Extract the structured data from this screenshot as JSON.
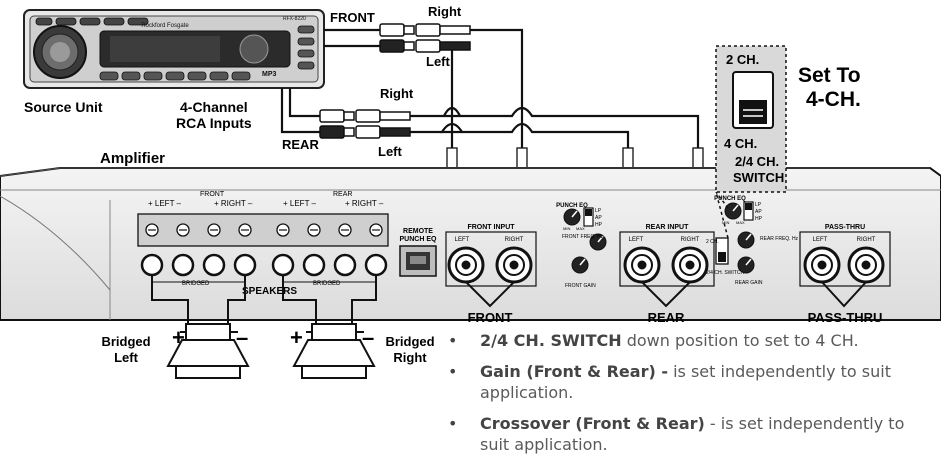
{
  "source_unit": {
    "label": "Source Unit",
    "brand": "Rockford Fosgate",
    "model": "RFX-8220",
    "badge": "MP3"
  },
  "rca": {
    "label_line1": "4-Channel",
    "label_line2": "RCA Inputs",
    "front_label": "FRONT",
    "rear_label": "REAR",
    "right_label": "Right",
    "left_label": "Left"
  },
  "switch_callout": {
    "top": "2 CH.",
    "bottom": "4 CH.",
    "name_line1": "2/4 CH.",
    "name_line2": "SWITCH",
    "set_line1": "Set To",
    "set_line2": "4-CH."
  },
  "amplifier": {
    "label": "Amplifier",
    "terminals": {
      "front": "FRONT",
      "rear": "REAR",
      "plus_left": "+ LEFT –",
      "plus_right": "+ RIGHT –",
      "bridged": "BRIDGED",
      "speakers": "SPEAKERS"
    },
    "remote_line1": "REMOTE",
    "remote_line2": "PUNCH EQ",
    "front_input": "FRONT INPUT",
    "rear_input": "REAR INPUT",
    "pass_thru": "PASS-THRU",
    "left": "LEFT",
    "right": "RIGHT",
    "punch_eq": "PUNCH EQ",
    "min": "MIN",
    "max": "MAX",
    "lp": "LP",
    "ap": "AP",
    "hp": "HP",
    "front_freq": "FRONT FREQ. Hz",
    "rear_freq": "REAR FREQ. Hz",
    "front_gain": "FRONT GAIN",
    "rear_gain": "REAR GAIN",
    "sw_2ch": "2 CH.",
    "sw_name": "2/4 CH. SWITCH"
  },
  "bottom_labels": {
    "front": "FRONT",
    "rear": "REAR",
    "pass_thru": "PASS-THRU",
    "bridged_left_1": "Bridged",
    "bridged_left_2": "Left",
    "bridged_right_1": "Bridged",
    "bridged_right_2": "Right"
  },
  "bullets": [
    {
      "bold": "2/4 CH. SWITCH",
      "text": " down position to set to 4 CH."
    },
    {
      "bold": "Gain (Front & Rear) -",
      "text": " is set independently to suit application."
    },
    {
      "bold": "Crossover (Front & Rear)",
      "text": " - is set independently to suit application."
    }
  ]
}
